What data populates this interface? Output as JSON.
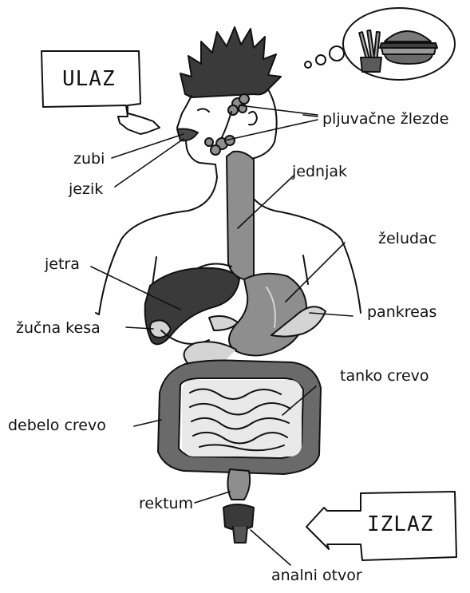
{
  "boxes": {
    "input": "ULAZ",
    "output": "IZLAZ"
  },
  "labels": {
    "salivary_glands": "pljuvačne žlezde",
    "teeth": "zubi",
    "tongue": "jezik",
    "esophagus": "jednjak",
    "stomach": "želudac",
    "liver": "jetra",
    "pancreas": "pankreas",
    "gallbladder": "žučna kesa",
    "small_intestine": "tanko crevo",
    "large_intestine": "debelo crevo",
    "rectum": "rektum",
    "anus": "analni otvor"
  },
  "colors": {
    "ink": "#111111",
    "organ_gray": "#8e8e8e",
    "organ_dark": "#3a3a3a",
    "organ_light": "#d4d4d4",
    "intestine_fill": "#e9e9e9"
  }
}
